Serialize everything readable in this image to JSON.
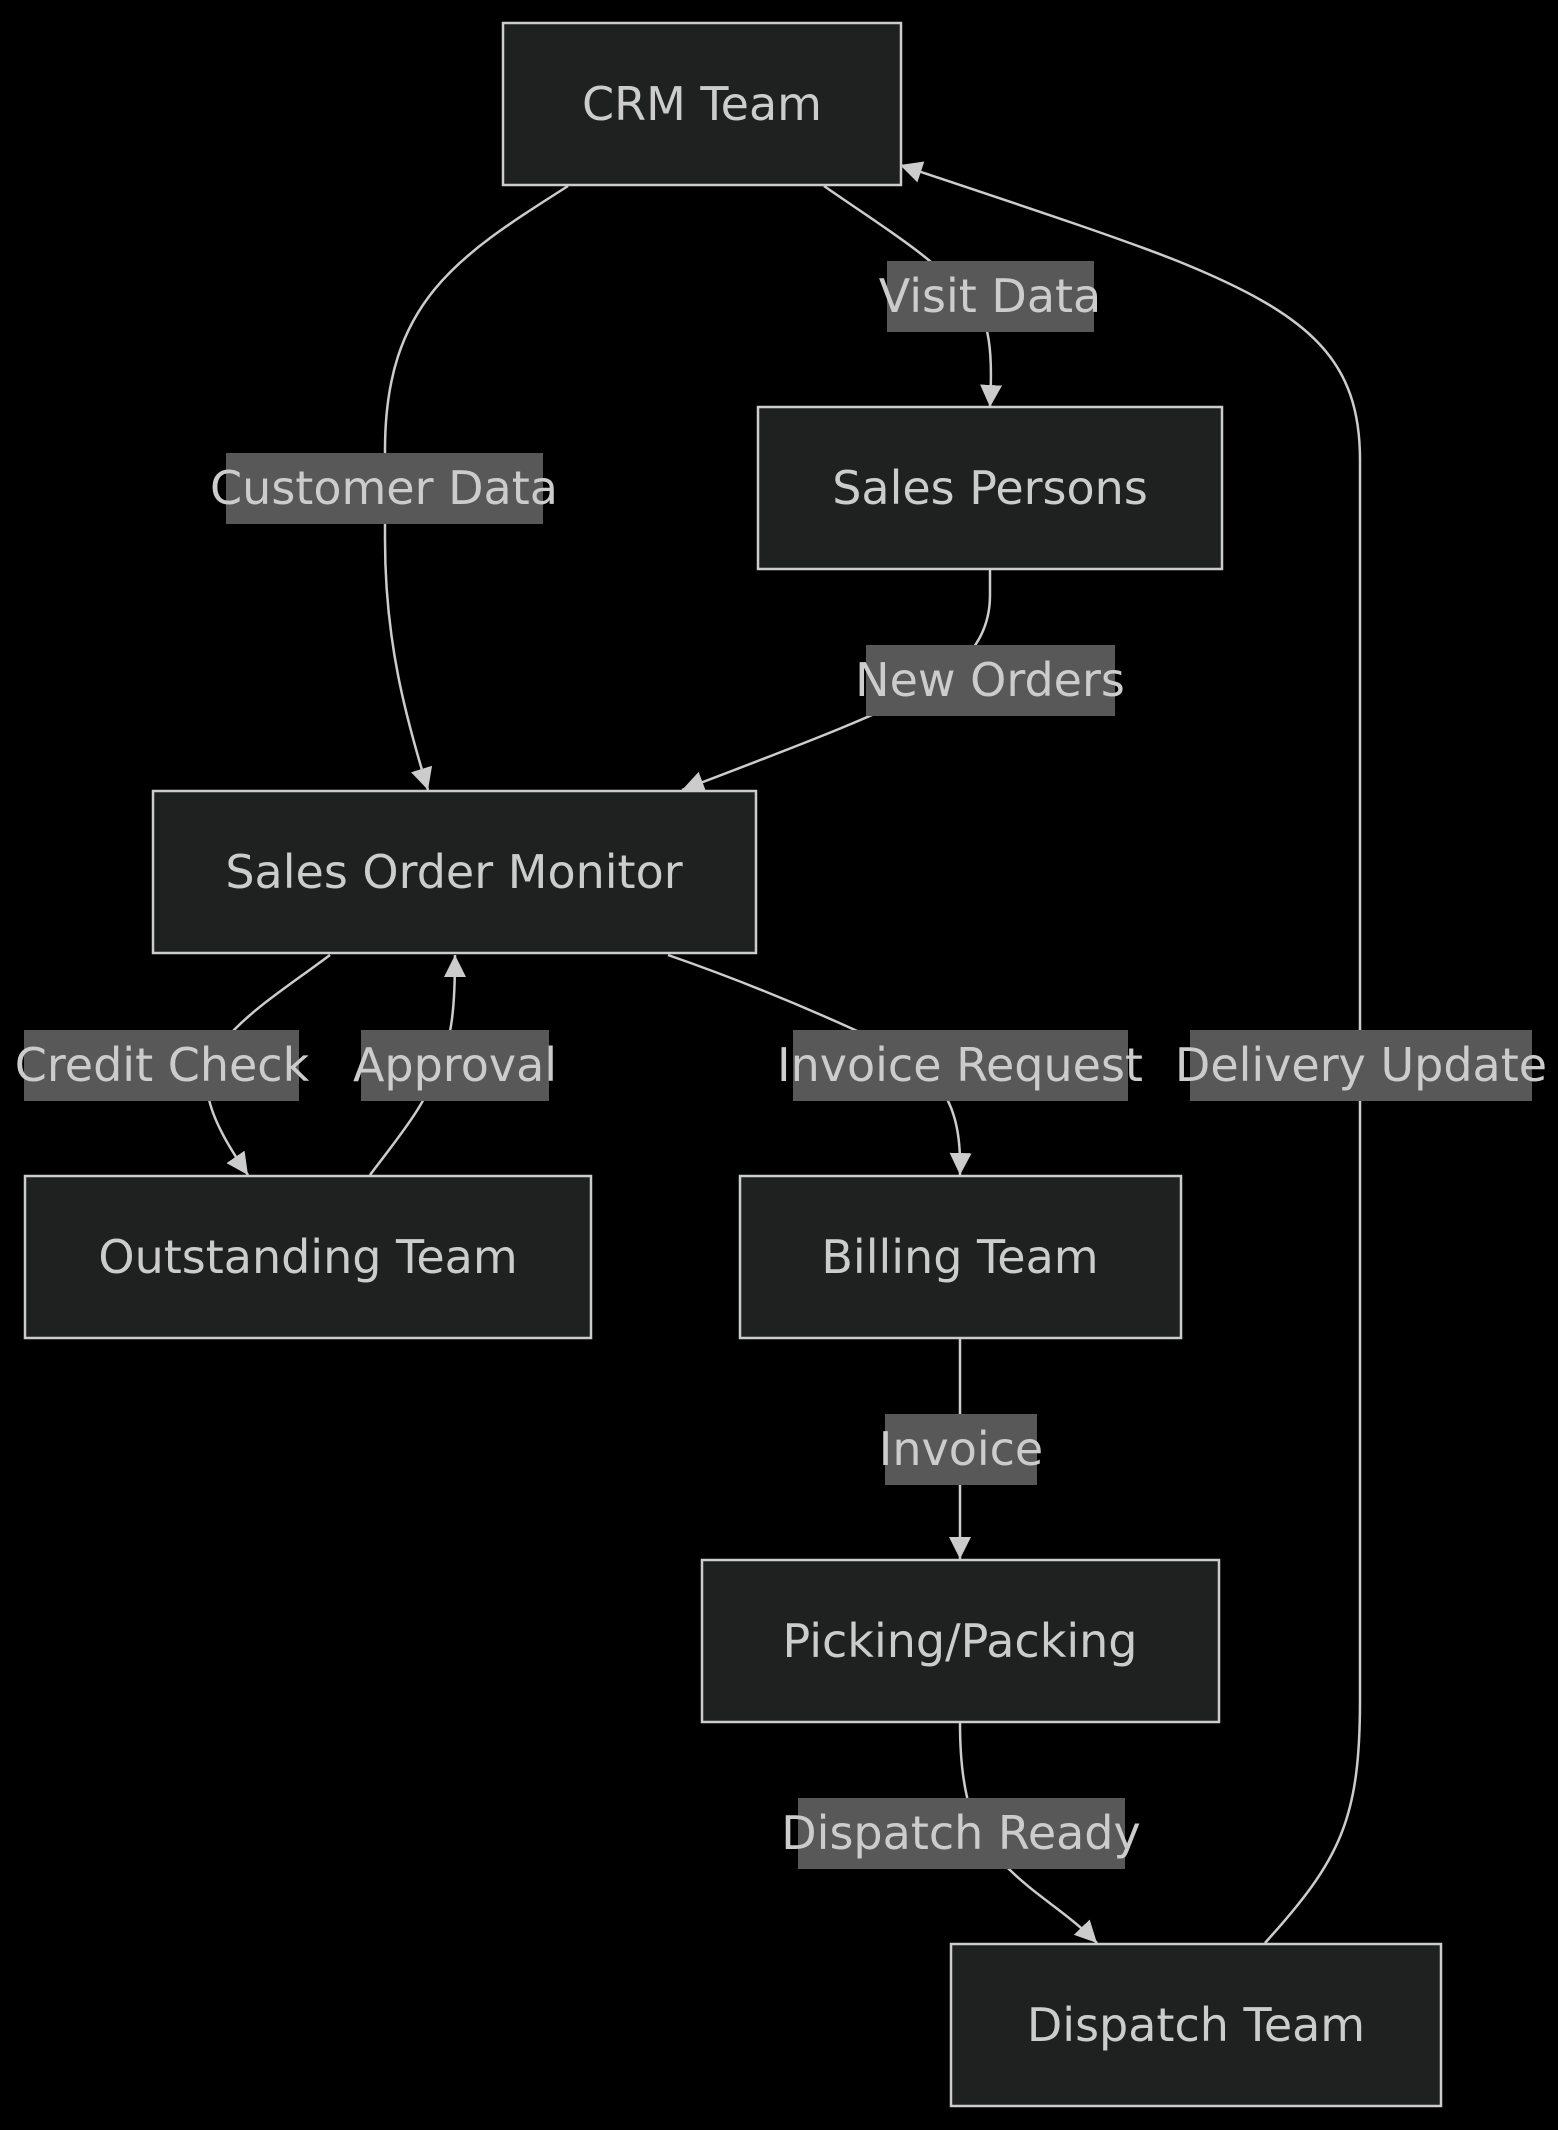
{
  "colors": {
    "background": "#000000",
    "node_fill": "#1f2020",
    "node_stroke": "#cccccc",
    "text": "#cccccc",
    "edge": "#cccccc",
    "label_bg": "#585858"
  },
  "nodes": [
    {
      "id": "crm",
      "label": "CRM Team"
    },
    {
      "id": "sales_persons",
      "label": "Sales Persons"
    },
    {
      "id": "som",
      "label": "Sales Order Monitor"
    },
    {
      "id": "outstanding",
      "label": "Outstanding Team"
    },
    {
      "id": "billing",
      "label": "Billing Team"
    },
    {
      "id": "picking",
      "label": "Picking/Packing"
    },
    {
      "id": "dispatch",
      "label": "Dispatch Team"
    }
  ],
  "edges": [
    {
      "id": "customer_data",
      "from": "crm",
      "to": "som",
      "label": "Customer Data"
    },
    {
      "id": "visit_data",
      "from": "crm",
      "to": "sales_persons",
      "label": "Visit Data"
    },
    {
      "id": "new_orders",
      "from": "sales_persons",
      "to": "som",
      "label": "New Orders"
    },
    {
      "id": "credit_check",
      "from": "som",
      "to": "outstanding",
      "label": "Credit Check"
    },
    {
      "id": "approval",
      "from": "outstanding",
      "to": "som",
      "label": "Approval"
    },
    {
      "id": "invoice_request",
      "from": "som",
      "to": "billing",
      "label": "Invoice Request"
    },
    {
      "id": "invoice",
      "from": "billing",
      "to": "picking",
      "label": "Invoice"
    },
    {
      "id": "dispatch_ready",
      "from": "picking",
      "to": "dispatch",
      "label": "Dispatch Ready"
    },
    {
      "id": "delivery_update",
      "from": "dispatch",
      "to": "crm",
      "label": "Delivery Update"
    }
  ]
}
